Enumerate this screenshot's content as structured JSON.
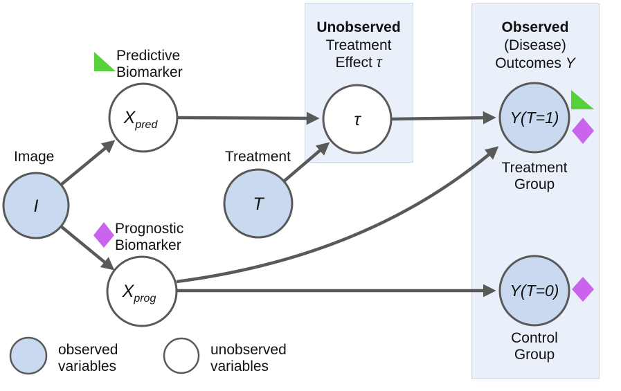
{
  "colors": {
    "observed_node_fill": "#c9d9f0",
    "panel_fill": "#eaf0f9",
    "panel_border": "#c9d7ea",
    "edge": "#595959",
    "unobserved_title": "#e06666",
    "observed_title": "#2f9643",
    "predictive_marker_green": "#56d03b",
    "prognostic_marker_purple": "#ca64ee",
    "node_sublabel_gray": "#63676c"
  },
  "panels": {
    "unobserved": {
      "title": "Unobserved",
      "line2": "Treatment",
      "line3_prefix": "Effect ",
      "line3_var": "τ"
    },
    "observed": {
      "title": "Observed",
      "line2": "(Disease)",
      "line3_prefix": "Outcomes ",
      "line3_var": "Y"
    }
  },
  "nodes": {
    "image": {
      "label": "I",
      "caption": "Image"
    },
    "xpred": {
      "base": "X",
      "sub": "pred"
    },
    "xprog": {
      "base": "X",
      "sub": "prog"
    },
    "treatment": {
      "label": "T",
      "caption": "Treatment"
    },
    "tau": {
      "label": "τ"
    },
    "y_treated": {
      "label": "Y(T=1)",
      "caption_line1": "Treatment",
      "caption_line2": "Group"
    },
    "y_control": {
      "label": "Y(T=0)",
      "caption_line1": "Control",
      "caption_line2": "Group"
    }
  },
  "annotations": {
    "predictive": {
      "line1": "Predictive",
      "line2": "Biomarker"
    },
    "prognostic": {
      "line1": "Prognostic",
      "line2": "Biomarker"
    }
  },
  "legend": {
    "observed": {
      "line1": "observed",
      "line2": "variables"
    },
    "unobserved": {
      "line1": "unobserved",
      "line2": "variables"
    }
  }
}
